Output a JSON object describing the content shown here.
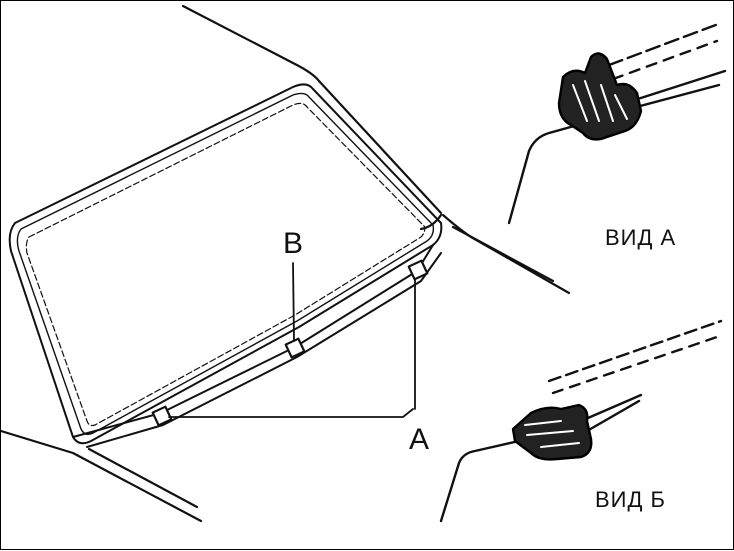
{
  "labels": {
    "point_b": "В",
    "point_a": "А",
    "view_a": "ВИД А",
    "view_b": "ВИД Б"
  }
}
